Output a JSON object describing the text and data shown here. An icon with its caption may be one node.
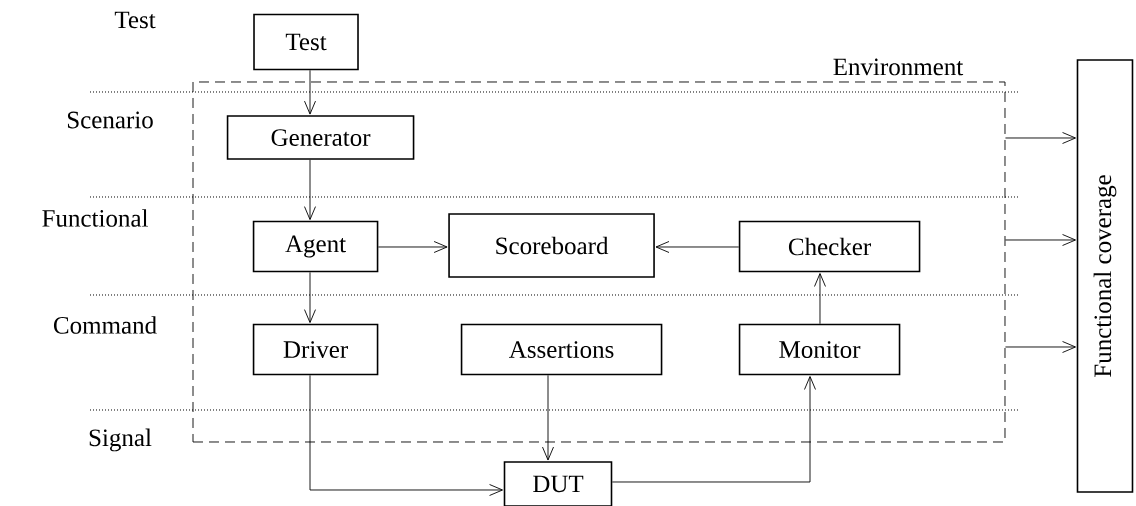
{
  "diagram": {
    "nodes": [
      {
        "text": [
          "Environment"
        ]
      },
      {
        "text": [
          "Test"
        ]
      },
      {
        "text": [
          "Generator"
        ],
        "in": 0
      },
      {
        "text": [
          "Agent"
        ],
        "in": 0
      },
      {
        "text": [
          "Scoreboard"
        ],
        "in": 0
      },
      {
        "text": [
          "Checker"
        ],
        "in": 0
      },
      {
        "text": [
          "Driver"
        ],
        "in": 0
      },
      {
        "text": [
          "Assertions"
        ],
        "in": 0
      },
      {
        "text": [
          "Monitor"
        ],
        "in": 0
      },
      {
        "text": [
          "DUT"
        ]
      },
      {
        "text": [
          "Functional coverage"
        ]
      }
    ],
    "edges": [
      {
        "from": 1,
        "to": 2,
        "arrow": "to"
      },
      {
        "from": 2,
        "to": 3,
        "arrow": "to"
      },
      {
        "from": 3,
        "to": 4,
        "arrow": "to"
      },
      {
        "from": 5,
        "to": 4,
        "arrow": "to"
      },
      {
        "from": 3,
        "to": 6,
        "arrow": "to"
      },
      {
        "from": 8,
        "to": 5,
        "arrow": "to"
      },
      {
        "from": 7,
        "to": 9,
        "arrow": "to"
      },
      {
        "from": 6,
        "to": 9,
        "arrow": "to"
      },
      {
        "from": 9,
        "to": 8,
        "arrow": "to"
      },
      {
        "from": 0,
        "to": 10,
        "arrow": "to"
      },
      {
        "from": 0,
        "to": 10,
        "arrow": "to"
      },
      {
        "from": 0,
        "to": 10,
        "arrow": "to"
      }
    ],
    "labels": [
      "Test",
      "Scenario",
      "Functional",
      "Command",
      "Signal"
    ]
  }
}
